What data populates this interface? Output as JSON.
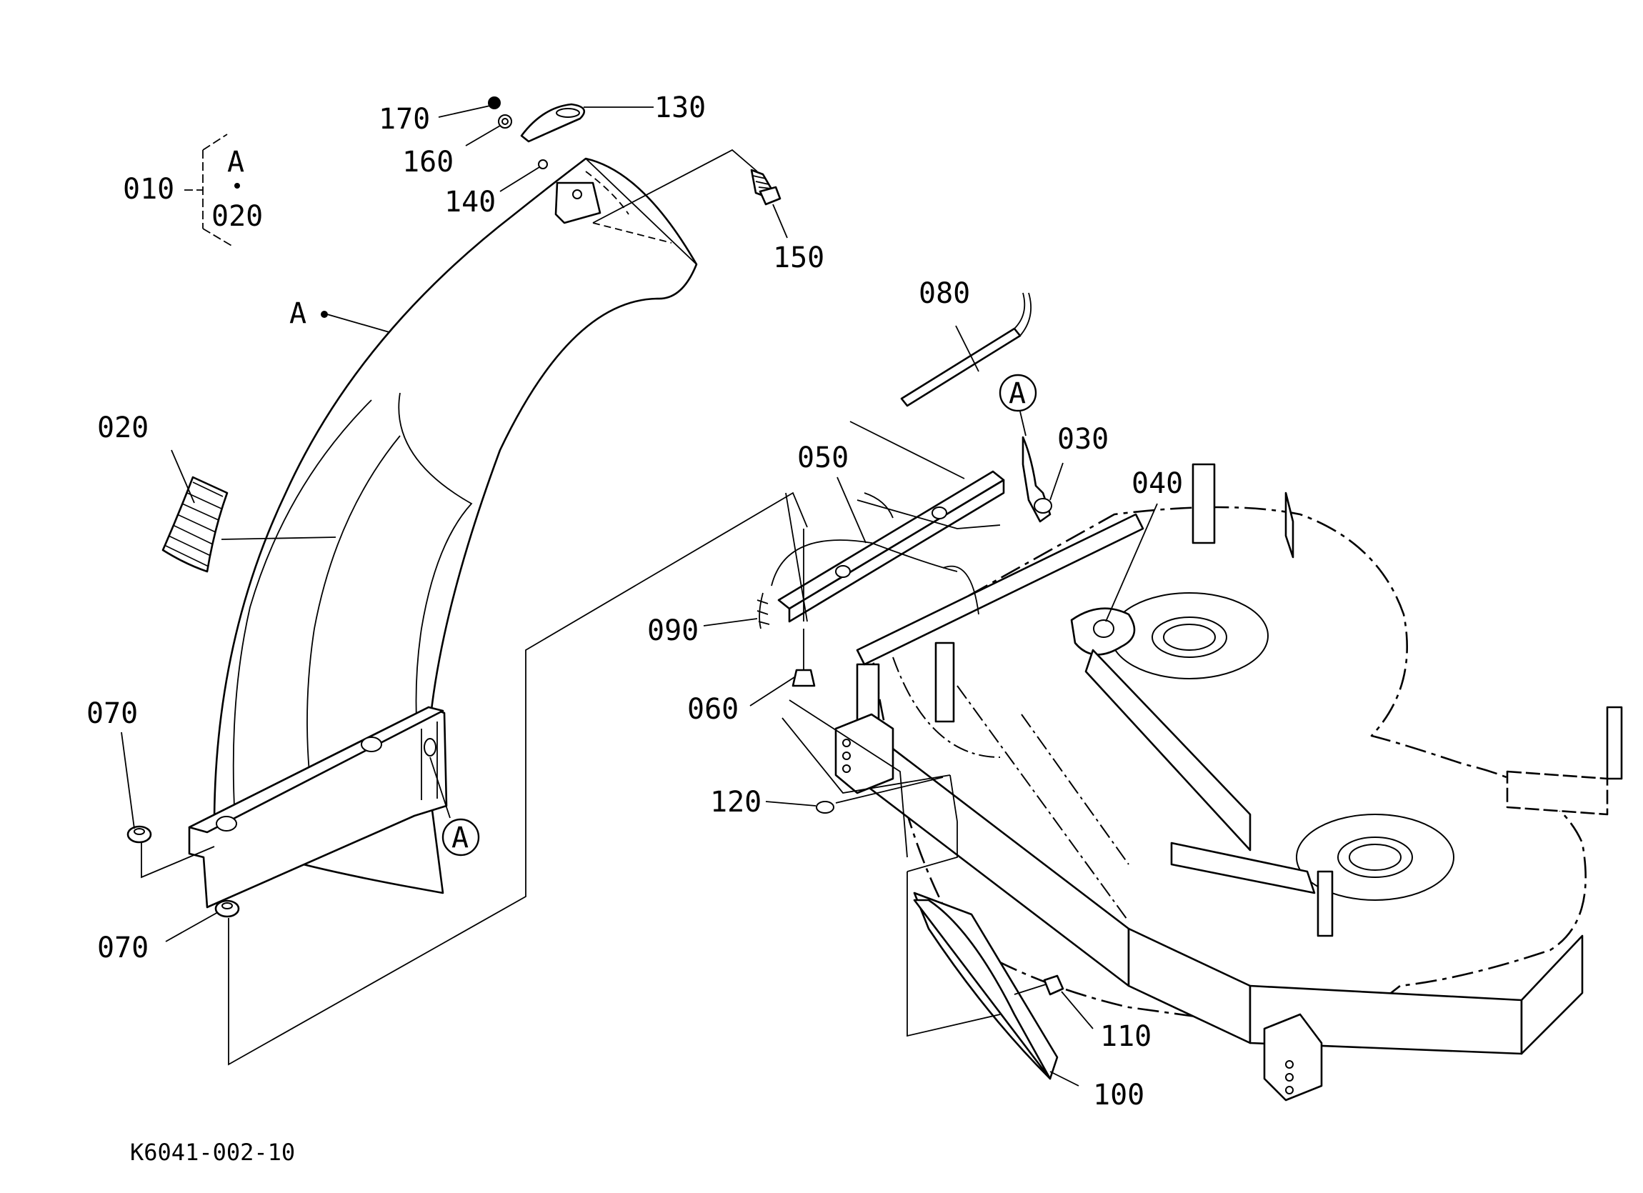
{
  "diagram": {
    "drawing_code": "K6041-002-10",
    "ref_marker": "A",
    "assembly_note": {
      "item": "010",
      "upper": "A",
      "lower": "020"
    },
    "callouts": [
      {
        "id": "170",
        "text": "170"
      },
      {
        "id": "160",
        "text": "160"
      },
      {
        "id": "130",
        "text": "130"
      },
      {
        "id": "140",
        "text": "140"
      },
      {
        "id": "150",
        "text": "150"
      },
      {
        "id": "020",
        "text": "020"
      },
      {
        "id": "070a",
        "text": "070"
      },
      {
        "id": "070b",
        "text": "070"
      },
      {
        "id": "080",
        "text": "080"
      },
      {
        "id": "030",
        "text": "030"
      },
      {
        "id": "050",
        "text": "050"
      },
      {
        "id": "040",
        "text": "040"
      },
      {
        "id": "090",
        "text": "090"
      },
      {
        "id": "060",
        "text": "060"
      },
      {
        "id": "120",
        "text": "120"
      },
      {
        "id": "110",
        "text": "110"
      },
      {
        "id": "100",
        "text": "100"
      }
    ]
  }
}
